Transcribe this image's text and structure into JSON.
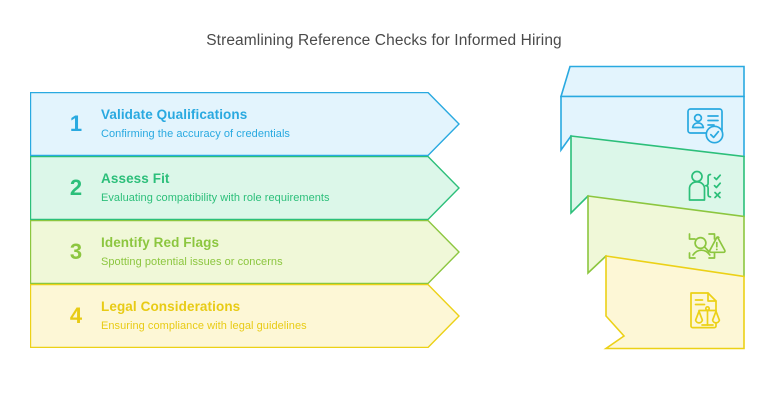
{
  "page": {
    "title": "Streamlining Reference Checks for Informed Hiring",
    "background": "#ffffff"
  },
  "steps": [
    {
      "number": "1",
      "title": "Validate Qualifications",
      "subtitle": "Confirming the accuracy of credentials",
      "stroke": "#29a9e0",
      "fill": "#e3f4fd",
      "text": "#29a9e0",
      "icon": "id-card-verified-icon"
    },
    {
      "number": "2",
      "title": "Assess Fit",
      "subtitle": "Evaluating compatibility with role requirements",
      "stroke": "#2cbf7a",
      "fill": "#dcf7e9",
      "text": "#2cbf7a",
      "icon": "person-checklist-icon"
    },
    {
      "number": "3",
      "title": "Identify Red Flags",
      "subtitle": "Spotting potential issues or concerns",
      "stroke": "#8cc63f",
      "fill": "#f0f8d8",
      "text": "#8cc63f",
      "icon": "scan-warning-icon"
    },
    {
      "number": "4",
      "title": "Legal Considerations",
      "subtitle": "Ensuring compliance with legal guidelines",
      "stroke": "#ecd117",
      "fill": "#fdf7d6",
      "text": "#e8cb15",
      "icon": "document-scales-icon"
    }
  ],
  "funnel": {
    "bands": [
      {
        "label": "funnel-band-header",
        "stroke": "#29a9e0",
        "fill": "#e3f4fd"
      },
      {
        "label": "funnel-band-validate",
        "stroke": "#29a9e0",
        "fill": "#e3f4fd",
        "icon": "id-card-verified-icon"
      },
      {
        "label": "funnel-band-assess",
        "stroke": "#2cbf7a",
        "fill": "#dcf7e9",
        "icon": "person-checklist-icon"
      },
      {
        "label": "funnel-band-redflags",
        "stroke": "#8cc63f",
        "fill": "#f0f8d8",
        "icon": "scan-warning-icon"
      },
      {
        "label": "funnel-band-legal",
        "stroke": "#ecd117",
        "fill": "#fdf7d6",
        "icon": "document-scales-icon"
      }
    ]
  }
}
